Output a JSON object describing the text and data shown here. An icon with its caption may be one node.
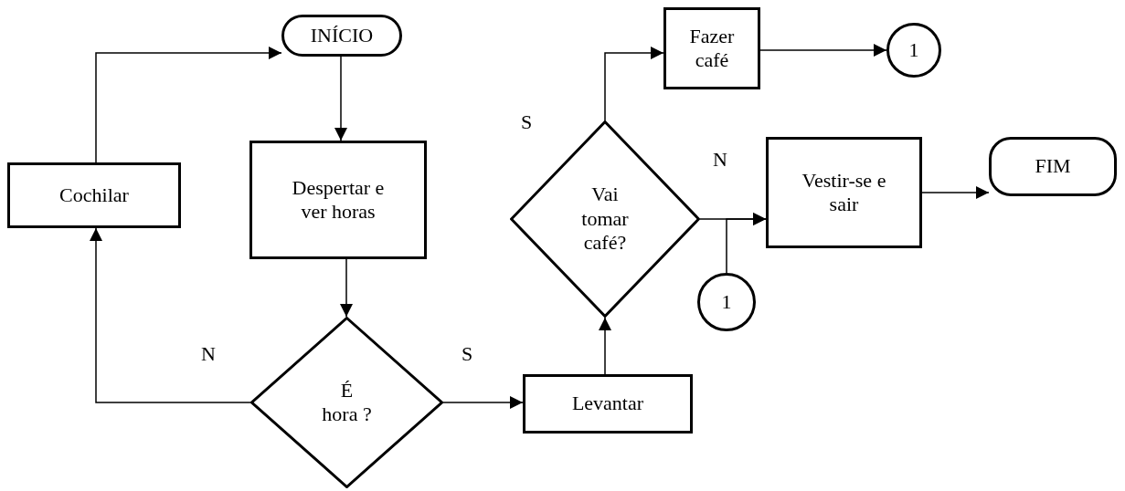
{
  "diagram": {
    "nodes": [
      {
        "text": [
          "INÍCIO"
        ]
      },
      {
        "text": [
          "Fazer café"
        ]
      },
      {
        "text": [
          "1"
        ]
      },
      {
        "text": [
          "Cochilar"
        ]
      },
      {
        "text": [
          "Despertar e ver horas"
        ]
      },
      {
        "text": [
          "Vai tomar café?"
        ]
      },
      {
        "text": [
          "Vestir-se e sair"
        ]
      },
      {
        "text": [
          "FIM"
        ]
      },
      {
        "text": [
          "1"
        ]
      },
      {
        "text": [
          "É hora ?"
        ]
      },
      {
        "text": [
          "Levantar"
        ]
      }
    ],
    "edges": [
      {
        "from": 0,
        "to": 4,
        "arrow": "to"
      },
      {
        "from": 4,
        "to": 9,
        "arrow": "to"
      },
      {
        "from": 9,
        "to": 10,
        "arrow": "to",
        "label": "S"
      },
      {
        "from": 9,
        "to": 3,
        "arrow": "to",
        "label": "N"
      },
      {
        "from": 3,
        "to": 0,
        "arrow": "to"
      },
      {
        "from": 10,
        "to": 5,
        "arrow": "to"
      },
      {
        "from": 5,
        "to": 1,
        "arrow": "to",
        "label": "S"
      },
      {
        "from": 1,
        "to": 2,
        "arrow": "to"
      },
      {
        "from": 5,
        "to": 6,
        "arrow": "to",
        "label": "N"
      },
      {
        "from": 8,
        "to": 6,
        "arrow": "to"
      },
      {
        "from": 6,
        "to": 7,
        "arrow": "to"
      }
    ]
  }
}
